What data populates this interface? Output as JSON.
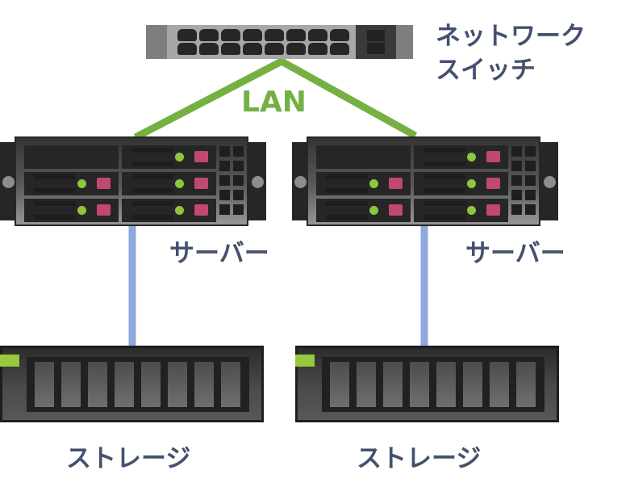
{
  "labels": {
    "switch_line1": "ネットワーク",
    "switch_line2": "スイッチ",
    "lan": "LAN",
    "server_left": "サーバー",
    "server_right": "サーバー",
    "storage_left": "ストレージ",
    "storage_right": "ストレージ"
  },
  "colors": {
    "label_text": "#44506e",
    "lan_green": "#75b043",
    "led_green": "#8dc63f",
    "storage_led_green": "#97c83e",
    "pink": "#c1496f",
    "blue_link": "#8ea9dc",
    "switch_body": "#a7a7a7",
    "switch_cap": "#7e7e7e",
    "switch_uplink_panel": "#3a3a3a",
    "port_dark": "#262626",
    "server_dark": "#262626",
    "screw_gray": "#8d8d8d"
  },
  "structure": {
    "switch_ports": 16,
    "uplink_squares": 2,
    "servers": 2,
    "server_drive_bays": 6,
    "server_blank_bays": 1,
    "server_vent_squares": 10,
    "storages": 2,
    "storage_slots": 8
  }
}
